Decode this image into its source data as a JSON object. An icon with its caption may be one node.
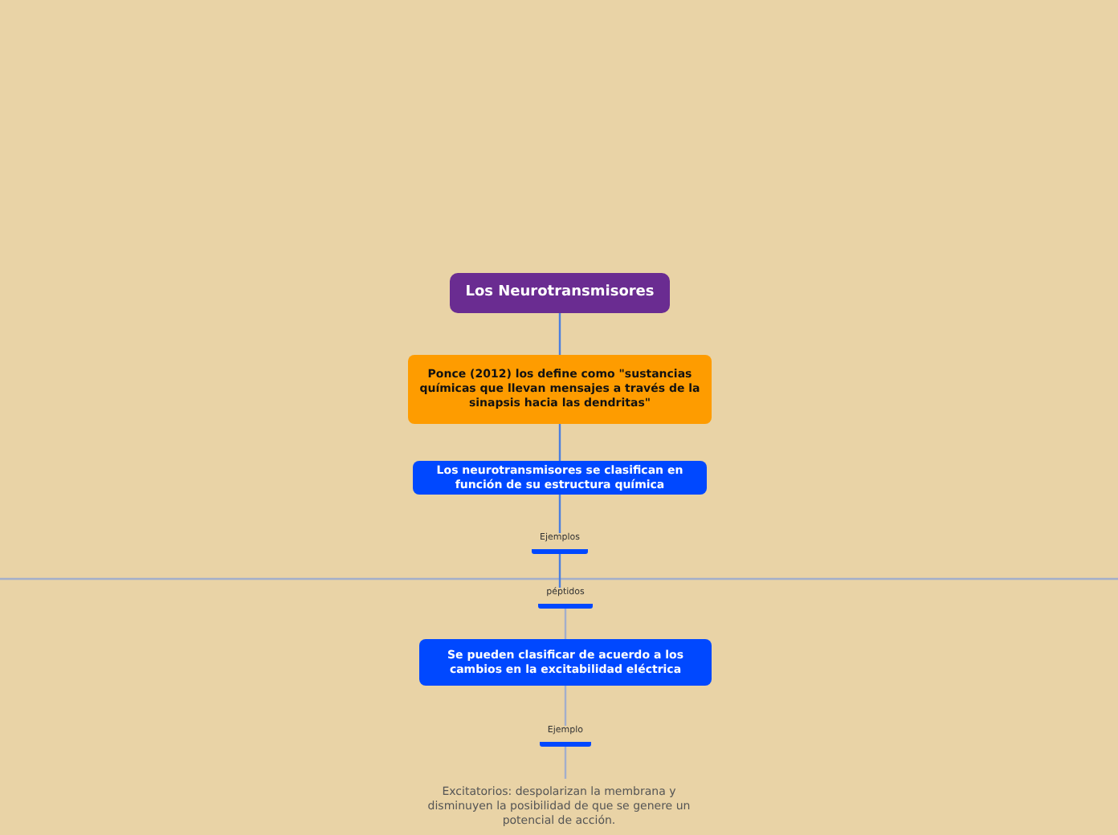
{
  "diagram": {
    "nodes": [
      {
        "text": [
          "Los Neurotransmisores"
        ]
      },
      {
        "text": [
          "Ponce (2012) los define como \"sustancias químicas que llevan mensajes a través de la sinapsis hacia las dendritas\""
        ]
      },
      {
        "text": [
          "Los neurotransmisores se clasifican en función de su estructura química"
        ]
      },
      {
        "text": [
          "Ejemplos"
        ]
      },
      {
        "text": [
          "péptidos"
        ]
      },
      {
        "text": [
          "Se pueden clasificar de acuerdo a los cambios en la excitabilidad eléctrica"
        ]
      },
      {
        "text": [
          "Ejemplo"
        ]
      },
      {
        "text": [
          "Excitatorios: despolarizan la membrana y disminuyen la posibilidad de que se genere un potencial de acción."
        ]
      }
    ],
    "edges": [
      {
        "from": 0,
        "to": 1,
        "arrow": "none"
      },
      {
        "from": 1,
        "to": 2,
        "arrow": "none"
      },
      {
        "from": 2,
        "to": 3,
        "arrow": "none"
      },
      {
        "from": 3,
        "to": 4,
        "arrow": "none"
      },
      {
        "from": 4,
        "to": 5,
        "arrow": "none",
        "color": "#a3aecb"
      },
      {
        "from": 5,
        "to": 6,
        "arrow": "none",
        "color": "#a3aecb"
      },
      {
        "from": 6,
        "to": 7,
        "arrow": "none",
        "color": "#a3aecb"
      }
    ]
  }
}
